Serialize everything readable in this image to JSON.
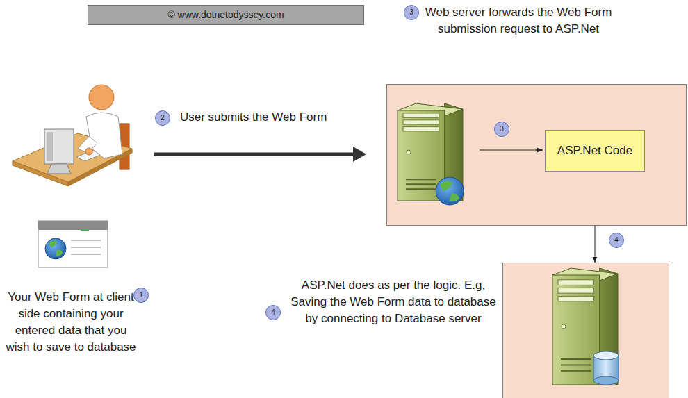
{
  "diagram": {
    "nodes": [
      {
        "text": [
          "© www.dotnetodyssey.com"
        ]
      },
      {
        "text": [
          "Web server forwards the Web Form submission request to ASP.Net"
        ]
      },
      {
        "text": [
          "ASP.Net Code"
        ],
        "in": 1
      },
      {
        "text": [
          "ASP.Net does as per the logic. E.g, Saving the Web Form data to database by connecting to Database server"
        ]
      }
    ],
    "edges": [
      {
        "from": 2,
        "to": 3,
        "arrow": "to"
      }
    ],
    "labels": [
      "3",
      "2",
      "User submits the Web Form",
      "3",
      "4",
      "1",
      "Your Web Form at client side containing your entered data that you wish to save to database",
      "4"
    ]
  }
}
